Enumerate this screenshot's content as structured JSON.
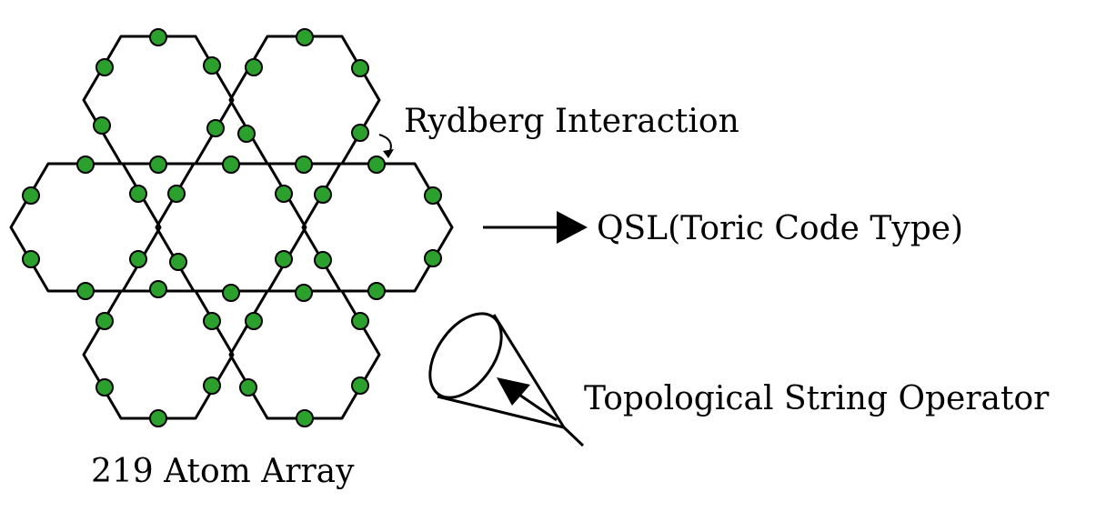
{
  "diagram": {
    "atom_color": "#2ca02c",
    "line_color": "#000000",
    "labels": {
      "rydberg": "Rydberg Interaction",
      "qsl": "QSL(Toric Code Type)",
      "operator": "Topological String Operator",
      "array": "219 Atom Array"
    }
  }
}
